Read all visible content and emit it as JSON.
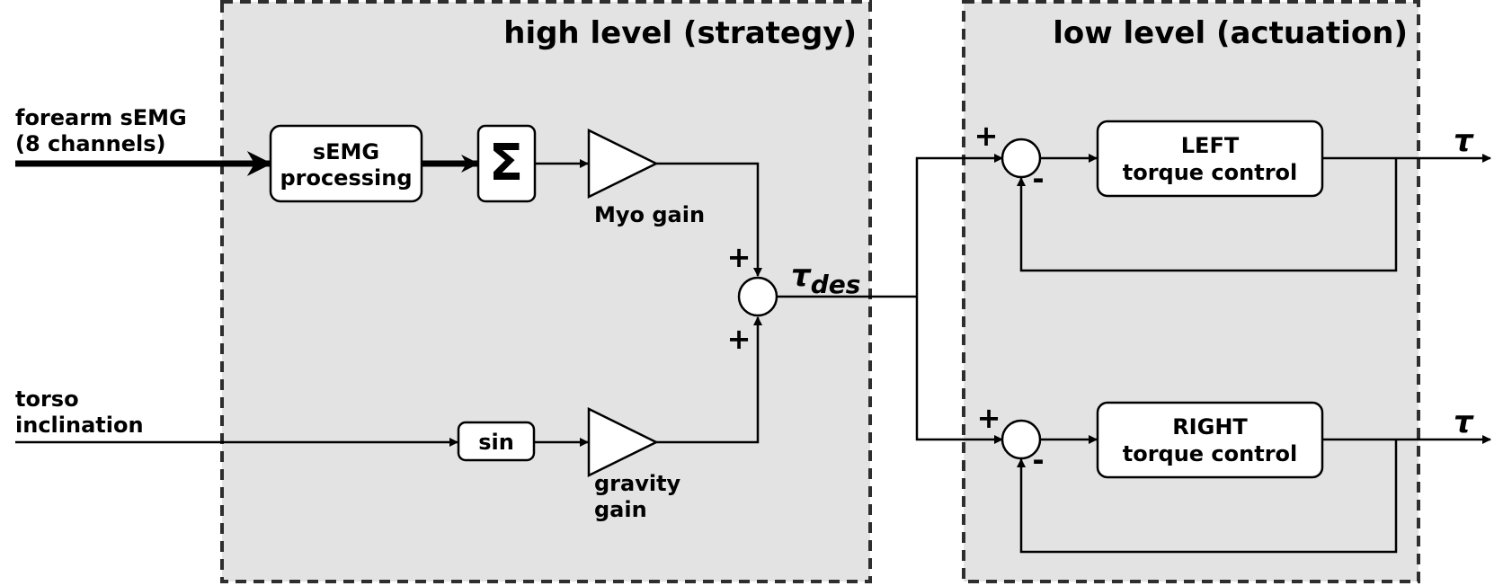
{
  "regions": {
    "high_level_title": "high level (strategy)",
    "low_level_title": "low level (actuation)"
  },
  "inputs": {
    "semg_line1": "forearm sEMG",
    "semg_line2": "(8 channels)",
    "torso_line1": "torso",
    "torso_line2": "inclination"
  },
  "blocks": {
    "semg_line1": "sEMG",
    "semg_line2": "processing",
    "sum_symbol": "Σ",
    "sin": "sin",
    "myo_gain": "Myo gain",
    "gravity_gain_line1": "gravity",
    "gravity_gain_line2": "gain",
    "left_line1": "LEFT",
    "left_line2": "torque control",
    "right_line1": "RIGHT",
    "right_line2": "torque control"
  },
  "signals": {
    "tau": "τ",
    "tau_des_sub": "des",
    "plus": "+",
    "minus": "-"
  }
}
